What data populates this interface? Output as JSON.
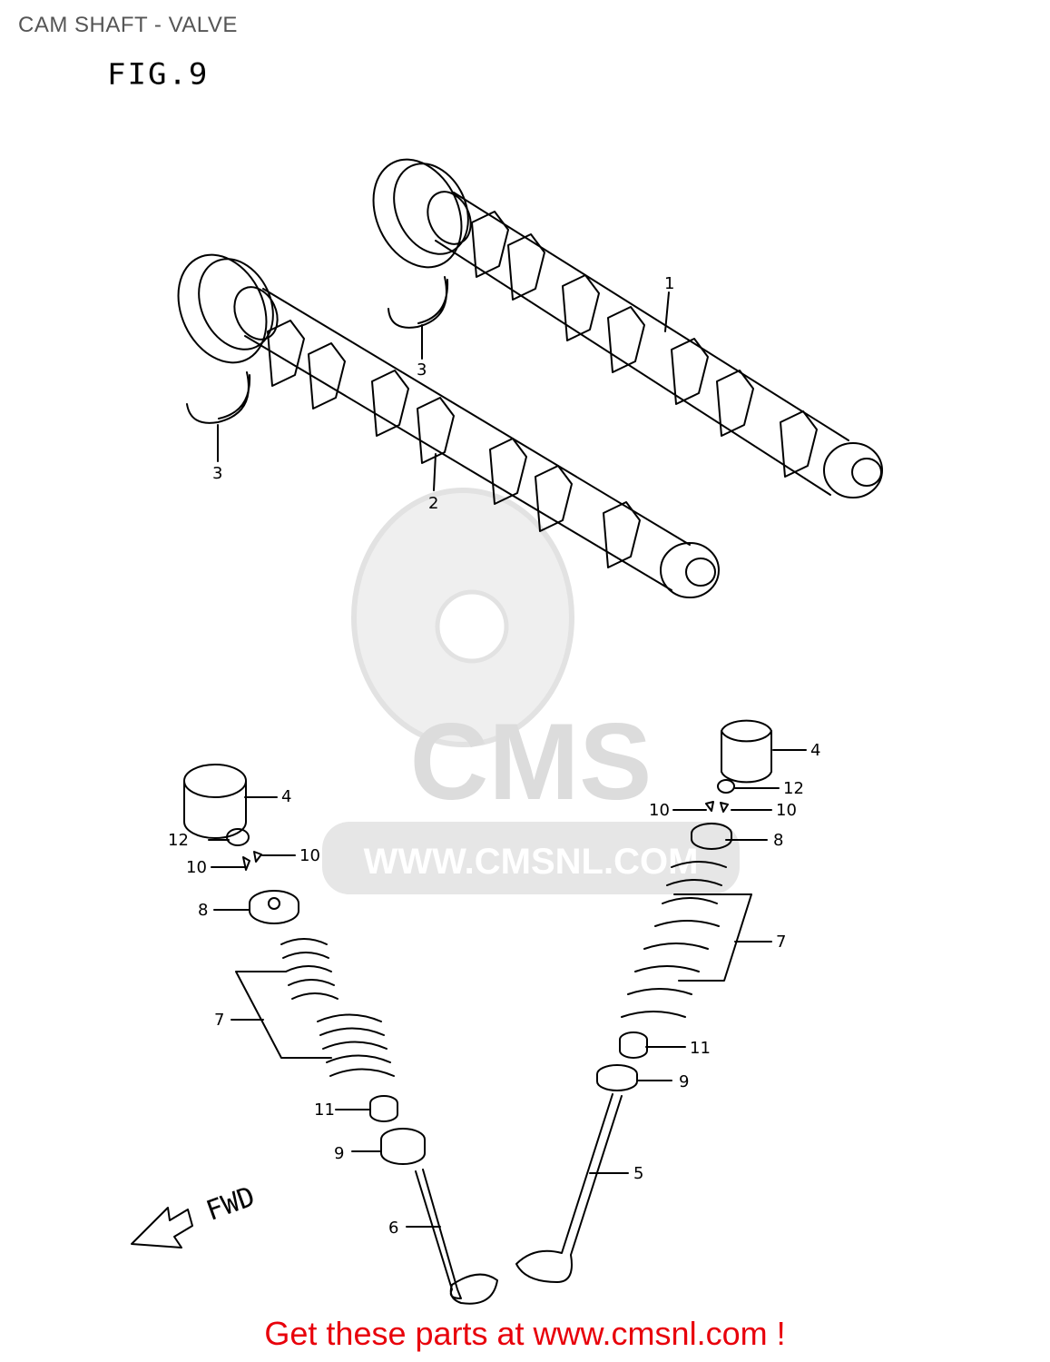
{
  "header": {
    "title": "CAM SHAFT - VALVE",
    "figure": "FIG.9"
  },
  "watermark": {
    "brand": "CMS",
    "url": "WWW.CMSNL.COM"
  },
  "callouts": {
    "c1": "1",
    "c2": "2",
    "c3a": "3",
    "c3b": "3",
    "c4l": "4",
    "c4r": "4",
    "c5": "5",
    "c6": "6",
    "c7l": "7",
    "c7r": "7",
    "c8l": "8",
    "c8r": "8",
    "c9l": "9",
    "c9r": "9",
    "c10la": "10",
    "c10lb": "10",
    "c10ra": "10",
    "c10rb": "10",
    "c11l": "11",
    "c11r": "11",
    "c12l": "12",
    "c12r": "12"
  },
  "direction": {
    "label": "FWD"
  },
  "footer": {
    "text": "Get these parts at www.cmsnl.com !"
  },
  "colors": {
    "footer": "#e8000b",
    "title": "#555555",
    "watermark": "#dcdcdc",
    "line": "#000000"
  }
}
